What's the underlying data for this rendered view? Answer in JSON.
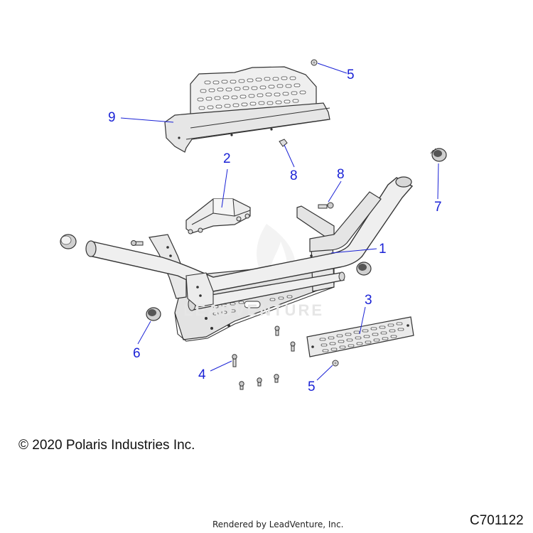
{
  "callouts": {
    "c1": "1",
    "c2": "2",
    "c3": "3",
    "c4": "4",
    "c5a": "5",
    "c5b": "5",
    "c6": "6",
    "c7": "7",
    "c8a": "8",
    "c8b": "8",
    "c9": "9"
  },
  "footer": {
    "copyright": "© 2020 Polaris Industries Inc.",
    "rendered_by": "Rendered by LeadVenture, Inc.",
    "diagram_code": "C701122"
  },
  "watermark": "LEADVENTURE",
  "colors": {
    "callout": "#1a22d6",
    "part_fill": "#e9e9e9",
    "part_stroke": "#333333"
  }
}
